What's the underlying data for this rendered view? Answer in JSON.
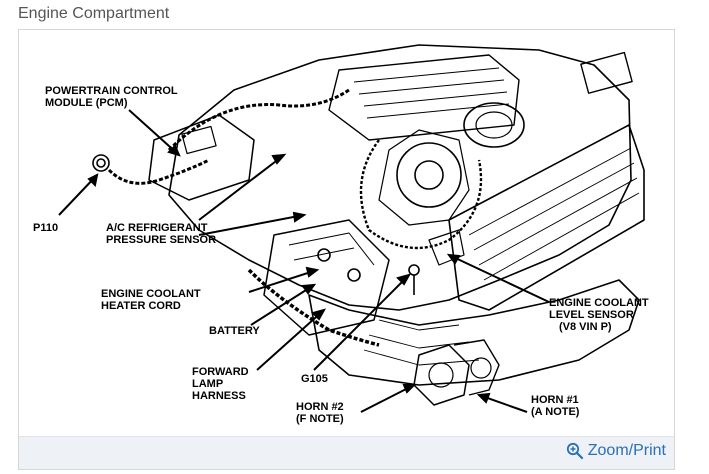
{
  "header": {
    "title": "Engine Compartment"
  },
  "diagram": {
    "labels": {
      "pcm_line1": "POWERTRAIN CONTROL",
      "pcm_line2": "MODULE (PCM)",
      "p110": "P110",
      "ac_line1": "A/C REFRIGERANT",
      "ac_line2": "PRESSURE SENSOR",
      "ech_line1": "ENGINE COOLANT",
      "ech_line2": "HEATER CORD",
      "battery": "BATTERY",
      "fwd_line1": "FORWARD",
      "fwd_line2": "LAMP",
      "fwd_line3": "HARNESS",
      "g105": "G105",
      "horn2_line1": "HORN #2",
      "horn2_line2": "(F NOTE)",
      "horn1_line1": "HORN #1",
      "horn1_line2": "(A NOTE)",
      "ecl_line1": "ENGINE COOLANT",
      "ecl_line2": "LEVEL SENSOR",
      "ecl_line3": "(V8 VIN P)"
    }
  },
  "footer": {
    "zoom_label": "Zoom/Print",
    "zoom_icon": "magnifier-plus-icon"
  },
  "colors": {
    "link": "#2b6fb6",
    "footer_bg": "#eef1f5",
    "title": "#555555"
  }
}
